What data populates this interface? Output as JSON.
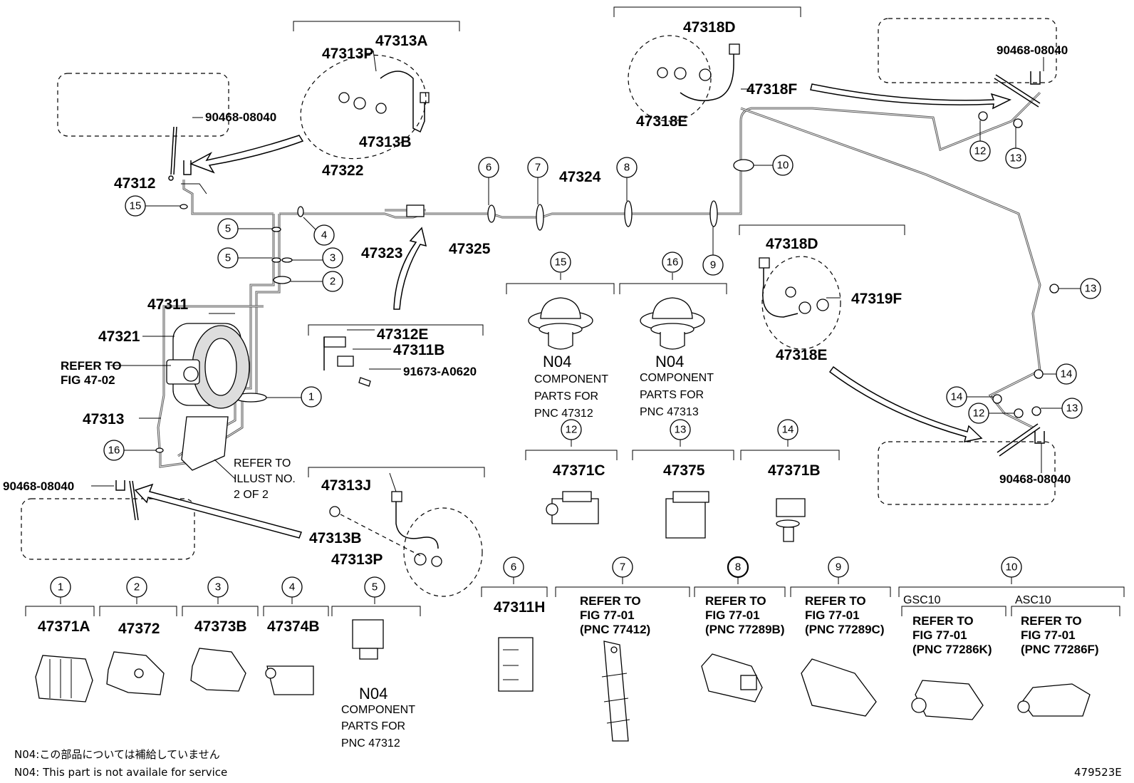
{
  "labels": {
    "p47313A": "47313A",
    "p47313P_top": "47313P",
    "p47313B_top": "47313B",
    "p90468_left_top": "90468-08040",
    "p47312": "47312",
    "p47322": "47322",
    "p47323": "47323",
    "p47325": "47325",
    "p47324": "47324",
    "p47311": "47311",
    "p47321": "47321",
    "refer_fig_4702_l1": "REFER TO",
    "refer_fig_4702_l2": "FIG 47-02",
    "p47313": "47313",
    "p90468_left_bot": "90468-08040",
    "refer_illust_l1": "REFER TO",
    "refer_illust_l2": "ILLUST NO.",
    "refer_illust_l3": "2 OF 2",
    "p47312E": "47312E",
    "p47311B": "47311B",
    "p91673": "91673-A0620",
    "p47313J": "47313J",
    "p47313B_bot": "47313B",
    "p47313P_bot": "47313P",
    "p47318D_top": "47318D",
    "p47318F": "47318F",
    "p47318E_top": "47318E",
    "p90468_right_top": "90468-08040",
    "p47318D_mid": "47318D",
    "p47319F": "47319F",
    "p47318E_mid": "47318E",
    "p90468_right_bot": "90468-08040",
    "n04_15": "N04",
    "comp_15_l1": "COMPONENT",
    "comp_15_l2": "PARTS FOR",
    "comp_15_l3": "PNC 47312",
    "n04_16": "N04",
    "comp_16_l1": "COMPONENT",
    "comp_16_l2": "PARTS FOR",
    "comp_16_l3": "PNC 47313",
    "p47371C": "47371C",
    "p47375": "47375",
    "p47371B": "47371B",
    "p47371A": "47371A",
    "p47372": "47372",
    "p47373B": "47373B",
    "p47374B": "47374B",
    "n04_5": "N04",
    "comp_5_l1": "COMPONENT",
    "comp_5_l2": "PARTS FOR",
    "comp_5_l3": "PNC 47312",
    "p47311H": "47311H",
    "ref7_l1": "REFER TO",
    "ref7_l2": "FIG 77-01",
    "ref7_l3": "(PNC 77412)",
    "ref8_l1": "REFER TO",
    "ref8_l2": "FIG 77-01",
    "ref8_l3": "(PNC 77289B)",
    "ref9_l1": "REFER TO",
    "ref9_l2": "FIG 77-01",
    "ref9_l3": "(PNC 77289C)",
    "gsc10": "GSC10",
    "asc10": "ASC10",
    "ref10a_l1": "REFER TO",
    "ref10a_l2": "FIG 77-01",
    "ref10a_l3": "(PNC 77286K)",
    "ref10b_l1": "REFER TO",
    "ref10b_l2": "FIG 77-01",
    "ref10b_l3": "(PNC 77286F)"
  },
  "callouts": {
    "c1": "1",
    "c2": "2",
    "c3": "3",
    "c4": "4",
    "c5a": "5",
    "c5b": "5",
    "c6": "6",
    "c7": "7",
    "c8": "8",
    "c9": "9",
    "c10": "10",
    "c12a": "12",
    "c13a": "13",
    "c13b": "13",
    "c13c": "13",
    "c14a": "14",
    "c14b": "14",
    "c12b": "12",
    "c15": "15",
    "c16": "16",
    "k15": "15",
    "k16": "16",
    "k12": "12",
    "k13": "13",
    "k14": "14",
    "k1": "1",
    "k2": "2",
    "k3": "3",
    "k4": "4",
    "k5": "5",
    "k6": "6",
    "k7": "7",
    "k8": "8",
    "k9": "9",
    "k10": "10"
  },
  "footer": {
    "note_jp": "N04:この部品については補給していません",
    "note_en": "N04: This part is not availale for service",
    "diagram_id": "479523E"
  }
}
